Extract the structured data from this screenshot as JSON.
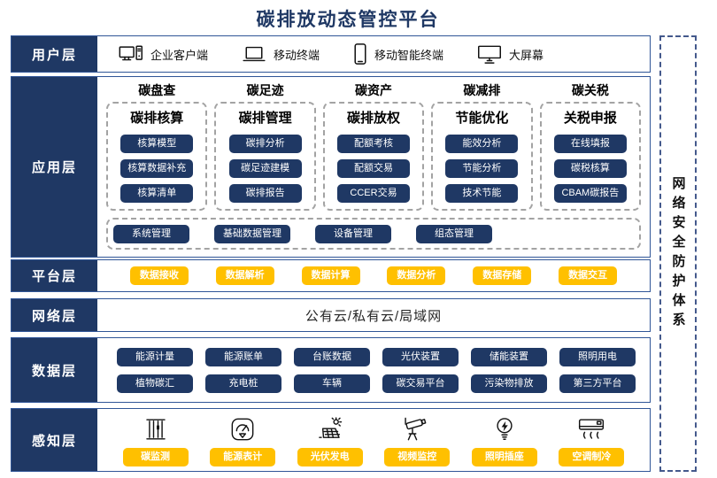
{
  "title": "碳排放动态管控平台",
  "security_panel": {
    "text": "网络安全防护体系"
  },
  "layers": {
    "user": {
      "label": "用户层",
      "items": [
        {
          "icon": "desktop-pc-icon",
          "label": "企业客户端"
        },
        {
          "icon": "laptop-icon",
          "label": "移动终端"
        },
        {
          "icon": "smartphone-icon",
          "label": "移动智能终端"
        },
        {
          "icon": "big-screen-icon",
          "label": "大屏幕"
        }
      ]
    },
    "application": {
      "label": "应用层",
      "columns": [
        {
          "header": "碳盘查",
          "subtitle": "碳排核算",
          "items": [
            "核算模型",
            "核算数据补充",
            "核算清单"
          ]
        },
        {
          "header": "碳足迹",
          "subtitle": "碳排管理",
          "items": [
            "碳排分析",
            "碳足迹建模",
            "碳排报告"
          ]
        },
        {
          "header": "碳资产",
          "subtitle": "碳排放权",
          "items": [
            "配额考核",
            "配额交易",
            "CCER交易"
          ]
        },
        {
          "header": "碳减排",
          "subtitle": "节能优化",
          "items": [
            "能效分析",
            "节能分析",
            "技术节能"
          ]
        },
        {
          "header": "碳关税",
          "subtitle": "关税申报",
          "items": [
            "在线填报",
            "碳税核算",
            "CBAM碳报告"
          ]
        }
      ],
      "management_items": [
        "系统管理",
        "基础数据管理",
        "设备管理",
        "组态管理"
      ]
    },
    "platform": {
      "label": "平台层",
      "items": [
        "数据接收",
        "数据解析",
        "数据计算",
        "数据分析",
        "数据存储",
        "数据交互"
      ]
    },
    "network": {
      "label": "网络层",
      "text": "公有云/私有云/局域网"
    },
    "data": {
      "label": "数据层",
      "row1": [
        "能源计量",
        "能源账单",
        "台账数据",
        "光伏装置",
        "储能装置",
        "照明用电"
      ],
      "row2": [
        "植物碳汇",
        "充电桩",
        "车辆",
        "碳交易平台",
        "污染物排放",
        "第三方平台"
      ]
    },
    "perception": {
      "label": "感知层",
      "items": [
        {
          "icon": "carbon-monitor-icon",
          "label": "碳监测"
        },
        {
          "icon": "energy-meter-icon",
          "label": "能源表计"
        },
        {
          "icon": "solar-power-icon",
          "label": "光伏发电"
        },
        {
          "icon": "cctv-camera-icon",
          "label": "视频监控"
        },
        {
          "icon": "light-socket-icon",
          "label": "照明插座"
        },
        {
          "icon": "air-conditioner-icon",
          "label": "空调制冷"
        }
      ]
    }
  },
  "colors": {
    "navy": "#1F3864",
    "yellow": "#FFC000",
    "section_border": "#2F5597"
  }
}
